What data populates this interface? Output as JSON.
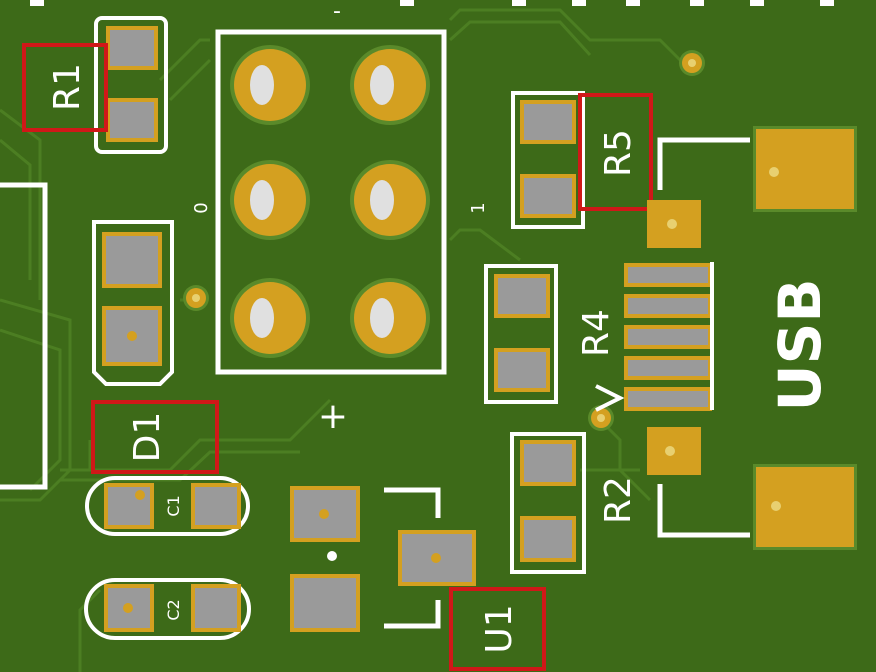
{
  "board": {
    "colors": {
      "substrate": "#3d6a18",
      "trace": "#4a7c20",
      "silkscreen": "#ffffff",
      "pad": "#9a9a9a",
      "copper": "#d4a020",
      "highlight": "#d01818"
    }
  },
  "labels": {
    "r1": "R1",
    "r2": "R2",
    "r4": "R4",
    "r5": "R5",
    "d1": "D1",
    "c1": "C1",
    "c2": "C2",
    "u1": "U1",
    "usb": "USB",
    "plus": "+",
    "minus": "-",
    "zero": "0",
    "one": "1"
  }
}
